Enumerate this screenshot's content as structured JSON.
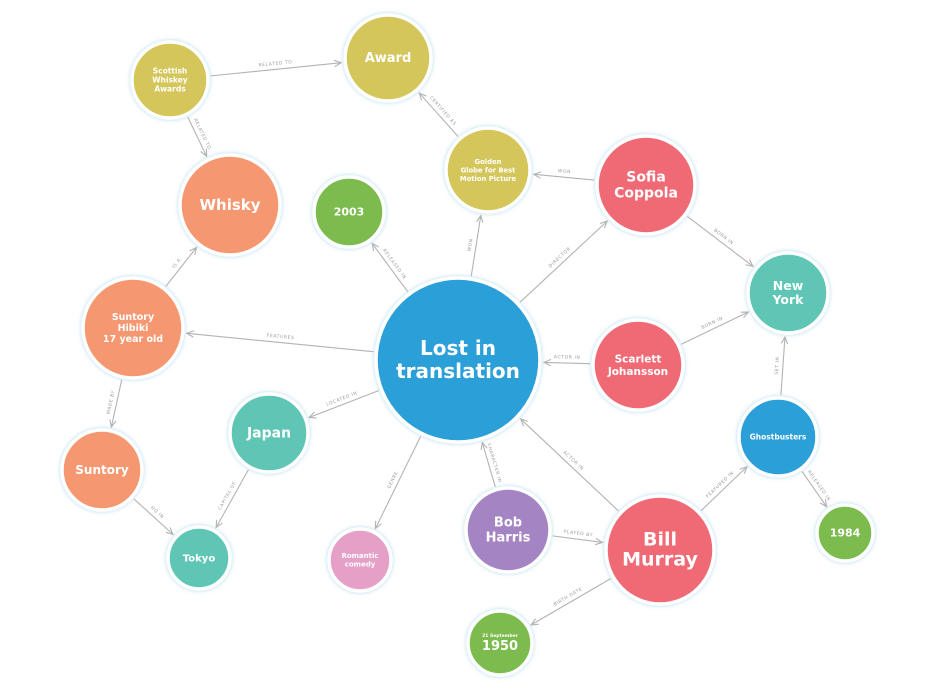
{
  "colors": {
    "yellow": "#d4c65a",
    "orange": "#f59770",
    "green": "#7cbb4e",
    "teal": "#5fc6b6",
    "blue": "#2a9fd8",
    "red": "#ef6b75",
    "purple": "#a584c3",
    "pink": "#e5a0c8",
    "edge": "#b3b3b3",
    "edge_label": "#9a9a9a"
  },
  "nodes": [
    {
      "id": "lost",
      "lines": [
        "Lost in",
        "translation"
      ],
      "color": "blue"
    },
    {
      "id": "scottish",
      "lines": [
        "Scottish",
        "Whiskey",
        "Awards"
      ],
      "color": "yellow"
    },
    {
      "id": "award",
      "lines": [
        "Award"
      ],
      "color": "yellow"
    },
    {
      "id": "golden",
      "lines": [
        "Golden",
        "Globe for Best",
        "Motion Picture"
      ],
      "color": "yellow"
    },
    {
      "id": "whisky",
      "lines": [
        "Whisky"
      ],
      "color": "orange"
    },
    {
      "id": "y2003",
      "lines": [
        "2003"
      ],
      "color": "green"
    },
    {
      "id": "sofia",
      "lines": [
        "Sofia",
        "Coppola"
      ],
      "color": "red"
    },
    {
      "id": "newyork",
      "lines": [
        "New",
        "York"
      ],
      "color": "teal"
    },
    {
      "id": "suntory_hibiki",
      "lines": [
        "Suntory",
        "Hibiki",
        "17 year old"
      ],
      "color": "orange"
    },
    {
      "id": "scarlett",
      "lines": [
        "Scarlett",
        "Johansson"
      ],
      "color": "red"
    },
    {
      "id": "japan",
      "lines": [
        "Japan"
      ],
      "color": "teal"
    },
    {
      "id": "ghostbusters",
      "lines": [
        "Ghostbusters"
      ],
      "color": "blue"
    },
    {
      "id": "suntory",
      "lines": [
        "Suntory"
      ],
      "color": "orange"
    },
    {
      "id": "bob",
      "lines": [
        "Bob",
        "Harris"
      ],
      "color": "purple"
    },
    {
      "id": "bill",
      "lines": [
        "Bill",
        "Murray"
      ],
      "color": "red"
    },
    {
      "id": "romantic",
      "lines": [
        "Romantic",
        "comedy"
      ],
      "color": "pink"
    },
    {
      "id": "tokyo",
      "lines": [
        "Tokyo"
      ],
      "color": "teal"
    },
    {
      "id": "y1984",
      "lines": [
        "1984"
      ],
      "color": "green"
    },
    {
      "id": "y1950",
      "lines": [
        "21 September",
        "1950"
      ],
      "color": "green"
    }
  ],
  "edges": [
    {
      "from": "scottish",
      "to": "award",
      "label": "RELATED TO"
    },
    {
      "from": "scottish",
      "to": "whisky",
      "label": "RELATED TO"
    },
    {
      "from": "golden",
      "to": "award",
      "label": "CERTIFIED AS"
    },
    {
      "from": "sofia",
      "to": "golden",
      "label": "WON"
    },
    {
      "from": "sofia",
      "to": "newyork",
      "label": "BORN IN"
    },
    {
      "from": "lost",
      "to": "golden",
      "label": "WON"
    },
    {
      "from": "lost",
      "to": "sofia",
      "label": "DIRECTOR"
    },
    {
      "from": "lost",
      "to": "y2003",
      "label": "RELEASED IN"
    },
    {
      "from": "lost",
      "to": "suntory_hibiki",
      "label": "FEATURES"
    },
    {
      "from": "suntory_hibiki",
      "to": "whisky",
      "label": "IS A"
    },
    {
      "from": "suntory_hibiki",
      "to": "suntory",
      "label": "MADE BY"
    },
    {
      "from": "scarlett",
      "to": "lost",
      "label": "ACTOR IN"
    },
    {
      "from": "scarlett",
      "to": "newyork",
      "label": "BORN IN"
    },
    {
      "from": "lost",
      "to": "japan",
      "label": "LOCATED IN"
    },
    {
      "from": "japan",
      "to": "tokyo",
      "label": "CAPITAL OF"
    },
    {
      "from": "suntory",
      "to": "tokyo",
      "label": "HQ IN"
    },
    {
      "from": "lost",
      "to": "romantic",
      "label": "GENRE"
    },
    {
      "from": "bob",
      "to": "lost",
      "label": "CHARACTER IN"
    },
    {
      "from": "bill",
      "to": "lost",
      "label": "ACTOR IN"
    },
    {
      "from": "bob",
      "to": "bill",
      "label": "PLAYED BY"
    },
    {
      "from": "bill",
      "to": "ghostbusters",
      "label": "FEATURED IN"
    },
    {
      "from": "ghostbusters",
      "to": "newyork",
      "label": "SET IN"
    },
    {
      "from": "ghostbusters",
      "to": "y1984",
      "label": "RELEASED IN"
    },
    {
      "from": "bill",
      "to": "y1950",
      "label": "BIRTH DATE"
    }
  ]
}
